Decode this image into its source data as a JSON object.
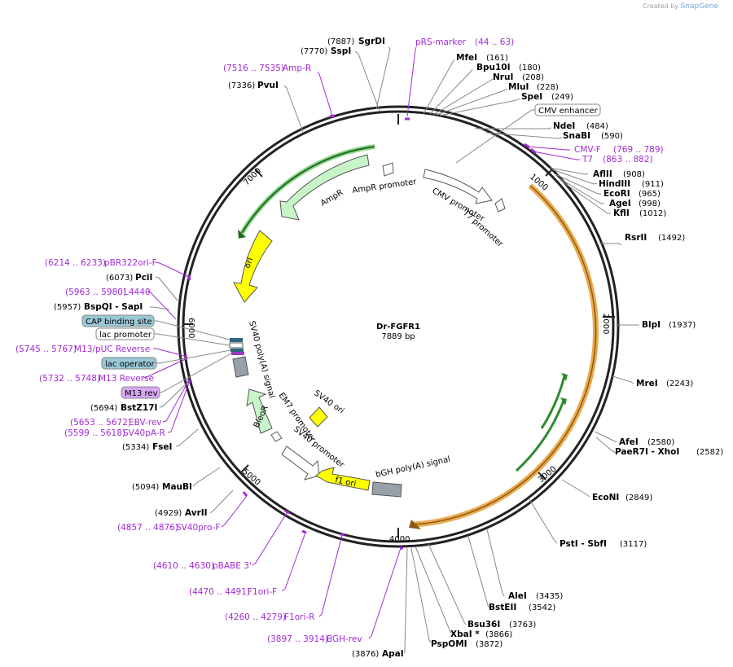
{
  "credit": {
    "prefix": "Created by",
    "brand": "SnapGene"
  },
  "plasmid": {
    "name": "Dr-FGFR1",
    "size": "7889 bp"
  },
  "ticks": [
    "1000",
    "2000",
    "3000",
    "4000",
    "5000",
    "6000",
    "7000"
  ],
  "enzymes": [
    {
      "id": "sgrdi",
      "pos": "(7887)",
      "name": "SgrDI"
    },
    {
      "id": "sspi",
      "pos": "(7770)",
      "name": "SspI"
    },
    {
      "id": "pvui",
      "pos": "(7336)",
      "name": "PvuI"
    },
    {
      "id": "mfei",
      "pos": "(161)",
      "name": "MfeI"
    },
    {
      "id": "bpu10i",
      "pos": "(180)",
      "name": "Bpu10I"
    },
    {
      "id": "nrui",
      "pos": "(208)",
      "name": "NruI"
    },
    {
      "id": "mlui",
      "pos": "(228)",
      "name": "MluI"
    },
    {
      "id": "spei",
      "pos": "(249)",
      "name": "SpeI"
    },
    {
      "id": "ndei",
      "pos": "(484)",
      "name": "NdeI"
    },
    {
      "id": "snabi",
      "pos": "(590)",
      "name": "SnaBI"
    },
    {
      "id": "aflii",
      "pos": "(908)",
      "name": "AflII"
    },
    {
      "id": "hindiii",
      "pos": "(911)",
      "name": "HindIII"
    },
    {
      "id": "ecori",
      "pos": "(965)",
      "name": "EcoRI"
    },
    {
      "id": "agei",
      "pos": "(998)",
      "name": "AgeI"
    },
    {
      "id": "kfli",
      "pos": "(1012)",
      "name": "KflI"
    },
    {
      "id": "rsrii",
      "pos": "(1492)",
      "name": "RsrII"
    },
    {
      "id": "blpi",
      "pos": "(1937)",
      "name": "BlpI"
    },
    {
      "id": "mrei",
      "pos": "(2243)",
      "name": "MreI"
    },
    {
      "id": "afei",
      "pos": "(2580)",
      "name": "AfeI"
    },
    {
      "id": "paer7i",
      "pos": "(2582)",
      "name": "PaeR7I - XhoI"
    },
    {
      "id": "econi",
      "pos": "(2849)",
      "name": "EcoNI"
    },
    {
      "id": "psti",
      "pos": "(3117)",
      "name": "PstI - SbfI"
    },
    {
      "id": "alei",
      "pos": "(3435)",
      "name": "AleI"
    },
    {
      "id": "bsteii",
      "pos": "(3542)",
      "name": "BstEII"
    },
    {
      "id": "bsu36i",
      "pos": "(3763)",
      "name": "Bsu36I"
    },
    {
      "id": "xbai",
      "pos": "(3866)",
      "name": "XbaI *"
    },
    {
      "id": "pspomi",
      "pos": "(3872)",
      "name": "PspOMI"
    },
    {
      "id": "apai",
      "pos": "(3876)",
      "name": "ApaI"
    },
    {
      "id": "fsei",
      "pos": "(5334)",
      "name": "FseI"
    },
    {
      "id": "maubi",
      "pos": "(5094)",
      "name": "MauBI"
    },
    {
      "id": "avrii",
      "pos": "(4929)",
      "name": "AvrII"
    },
    {
      "id": "bstz17i",
      "pos": "(5694)",
      "name": "BstZ17I"
    },
    {
      "id": "bspqi",
      "pos": "(5957)",
      "name": "BspQI - SapI"
    },
    {
      "id": "pcii",
      "pos": "(6073)",
      "name": "PciI"
    }
  ],
  "primers": [
    {
      "id": "prs",
      "name": "pRS-marker",
      "range": "(44 .. 63)"
    },
    {
      "id": "ampr",
      "name": "Amp-R",
      "range": "(7516 .. 7535)"
    },
    {
      "id": "cmvf",
      "name": "CMV-F",
      "range": "(769 .. 789)"
    },
    {
      "id": "t7",
      "name": "T7",
      "range": "(863 .. 882)"
    },
    {
      "id": "pbr",
      "name": "pBR322ori-F",
      "range": "(6214 .. 6233)"
    },
    {
      "id": "l4440",
      "name": "L4440",
      "range": "(5963 .. 5980)"
    },
    {
      "id": "m13pucrev",
      "name": "M13/pUC Reverse",
      "range": "(5745 .. 5767)"
    },
    {
      "id": "m13reverse",
      "name": "M13 Reverse",
      "range": "(5732 .. 5748)"
    },
    {
      "id": "ebvrev",
      "name": "EBV-rev",
      "range": "(5653 .. 5672)"
    },
    {
      "id": "sv40pa",
      "name": "SV40pA-R",
      "range": "(5599 .. 5618)"
    },
    {
      "id": "sv40pro",
      "name": "SV40pro-F",
      "range": "(4857 .. 4876)"
    },
    {
      "id": "pbabe",
      "name": "pBABE 3'",
      "range": "(4610 .. 4630)"
    },
    {
      "id": "f1orif",
      "name": "F1ori-F",
      "range": "(4470 .. 4491)"
    },
    {
      "id": "f1orir",
      "name": "F1ori-R",
      "range": "(4260 .. 4279)"
    },
    {
      "id": "bghrev",
      "name": "BGH-rev",
      "range": "(3897 .. 3914)"
    }
  ],
  "boxed_labels": {
    "cmv_enhancer": "CMV enhancer",
    "cap_binding": "CAP binding site",
    "lac_promoter": "lac promoter",
    "lac_operator": "lac operator",
    "m13_rev": "M13 rev"
  },
  "features": {
    "ampr": "AmpR",
    "ampr_promoter": "AmpR promoter",
    "cmv_promoter": "CMV promoter",
    "t7_promoter": "T7 promoter",
    "ori": "ori",
    "sv40_polya": "SV40 poly(A) signal",
    "em7": "EM7 promoter",
    "bleor": "BleoR",
    "sv40_ori": "SV40 ori",
    "sv40_promoter": "SV40 promoter",
    "f1_ori": "f1 ori",
    "bgh": "bGH poly(A) signal"
  },
  "colors": {
    "backbone": "#222222",
    "primer": "#a12bd6",
    "promoter_fill": "#ffffff",
    "ampr_fill": "#c8f5c8",
    "ori_fill": "#ffff00",
    "polya_fill": "#9aa0a8",
    "insert_orange": "#e9a23b",
    "insert_green": "#2e8b2e",
    "lac_box": "#9ac9d6",
    "m13_box": "#d9a6f2"
  }
}
